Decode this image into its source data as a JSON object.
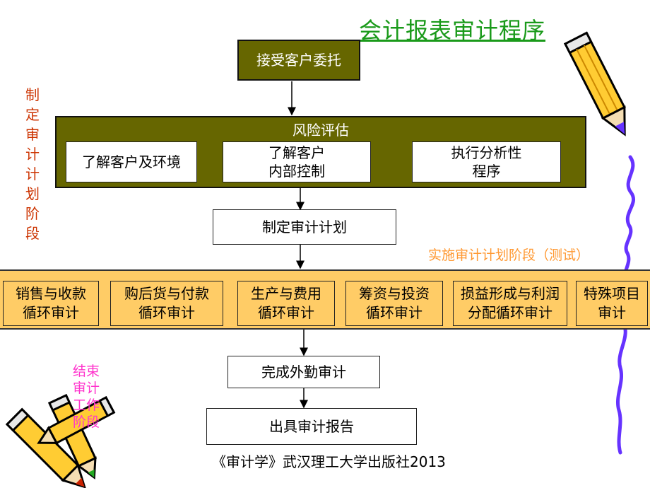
{
  "title": "会计报表审计程序",
  "flow": {
    "accept": "接受客户委托",
    "risk": {
      "title": "风险评估",
      "items": [
        "了解客户及环境",
        "了解客户\n内部控制",
        "执行分析性\n程序"
      ]
    },
    "plan": "制定审计计划",
    "cycles": [
      "销售与收款\n循环审计",
      "购后货与付款\n循环审计",
      "生产与费用\n循环审计",
      "筹资与投资\n循环审计",
      "损益形成与利润\n分配循环审计",
      "特殊项目\n审计"
    ],
    "fieldwork": "完成外勤审计",
    "report": "出具审计报告"
  },
  "stages": {
    "planning": "制定审计计划阶段",
    "implementation": "实施审计计划阶段（测试）",
    "completion": "结束审计工作阶段"
  },
  "footer": "《审计学》武汉理工大学出版社2013",
  "colors": {
    "title": "#1a9a1a",
    "olive": "#666600",
    "band": "#ffcc66",
    "planning_stage": "#cc3300",
    "implementation_stage": "#ff9933",
    "completion_stage": "#ff33cc",
    "decor_line": "#6633ff"
  }
}
